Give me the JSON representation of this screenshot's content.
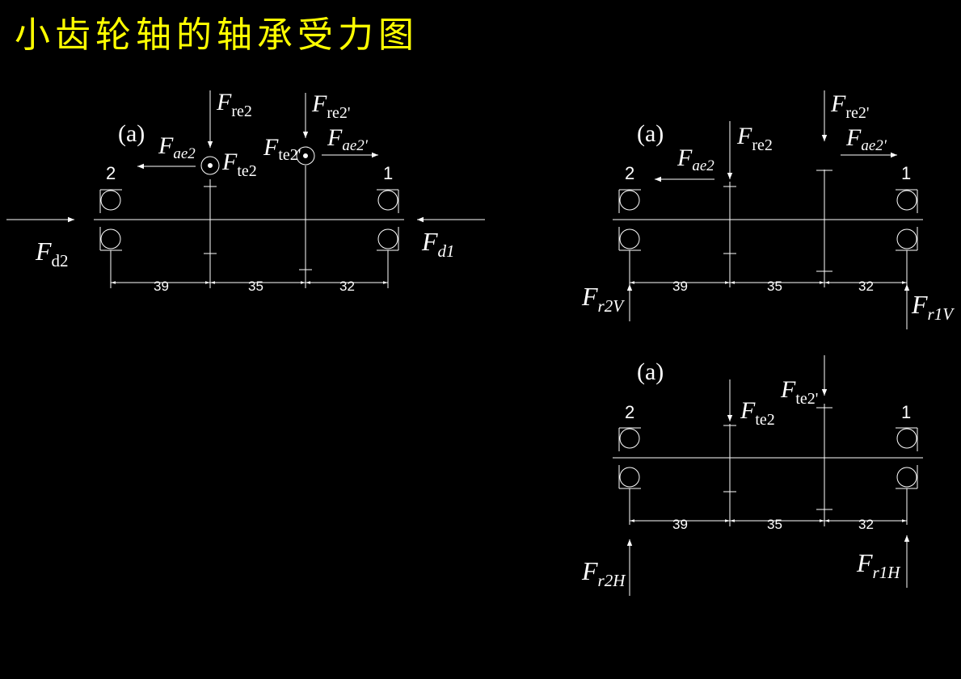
{
  "title": "小齿轮轴的轴承受力图",
  "colors": {
    "background": "#000000",
    "title": "#ffff00",
    "lines": "#ffffff"
  },
  "panels": [
    {
      "id": "panel-main",
      "tag": "(a)",
      "bearing_left_num": "2",
      "bearing_right_num": "1",
      "dims": [
        "39",
        "35",
        "32"
      ],
      "forces": {
        "fre2": {
          "main": "F",
          "sub": "re2"
        },
        "fre2p": {
          "main": "F",
          "sub": "re2'"
        },
        "fae2": {
          "main": "F",
          "sub": "ae2"
        },
        "fae2p": {
          "main": "F",
          "sub": "ae2'"
        },
        "fte2": {
          "main": "F",
          "sub": "te2"
        },
        "fte2p": {
          "main": "F",
          "sub": "te2'"
        },
        "fd2": {
          "main": "F",
          "sub": "d2"
        },
        "fd1": {
          "main": "F",
          "sub": "d1"
        }
      }
    },
    {
      "id": "panel-vertical",
      "tag": "(a)",
      "bearing_left_num": "2",
      "bearing_right_num": "1",
      "dims": [
        "39",
        "35",
        "32"
      ],
      "forces": {
        "fre2": {
          "main": "F",
          "sub": "re2"
        },
        "fre2p": {
          "main": "F",
          "sub": "re2'"
        },
        "fae2": {
          "main": "F",
          "sub": "ae2"
        },
        "fae2p": {
          "main": "F",
          "sub": "ae2'"
        },
        "fr2v": {
          "main": "F",
          "sub": "r2V"
        },
        "fr1v": {
          "main": "F",
          "sub": "r1V"
        }
      }
    },
    {
      "id": "panel-horizontal",
      "tag": "(a)",
      "bearing_left_num": "2",
      "bearing_right_num": "1",
      "dims": [
        "39",
        "35",
        "32"
      ],
      "forces": {
        "fte2": {
          "main": "F",
          "sub": "te2"
        },
        "fte2p": {
          "main": "F",
          "sub": "te2'"
        },
        "fr2h": {
          "main": "F",
          "sub": "r2H"
        },
        "fr1h": {
          "main": "F",
          "sub": "r1H"
        }
      }
    }
  ]
}
